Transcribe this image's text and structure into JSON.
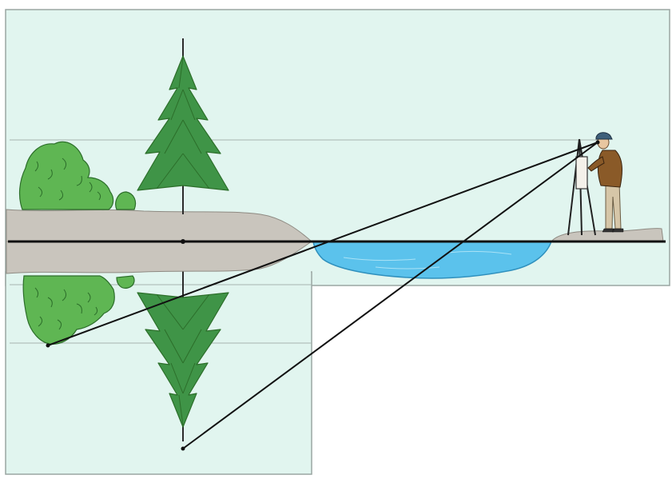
{
  "diagram": {
    "caption": "",
    "colors": {
      "sky": "#e1f5ef",
      "panel_border": "#9aa6a2",
      "ground": "#c9c5bd",
      "ground_edge": "#8e8a82",
      "water": "#5bc2ec",
      "water_edge": "#2f90bd",
      "foliage": "#5fb653",
      "foliage_dark": "#2c6e2a",
      "tree": "#3f9447",
      "horizon_line": "#111111",
      "sight_line": "#111111",
      "guide_line": "#a8b3af",
      "jacket": "#8a5a28",
      "trousers": "#d6c6a8"
    },
    "icons": {
      "observer": "painter-figure-icon",
      "easel": "easel-icon",
      "tree": "spruce-tree-icon",
      "bush": "bush-icon"
    },
    "objects": [
      "bush",
      "spruce-tree",
      "pond",
      "painter-at-easel"
    ],
    "reflections": [
      "bush",
      "spruce-tree",
      "bank"
    ]
  }
}
